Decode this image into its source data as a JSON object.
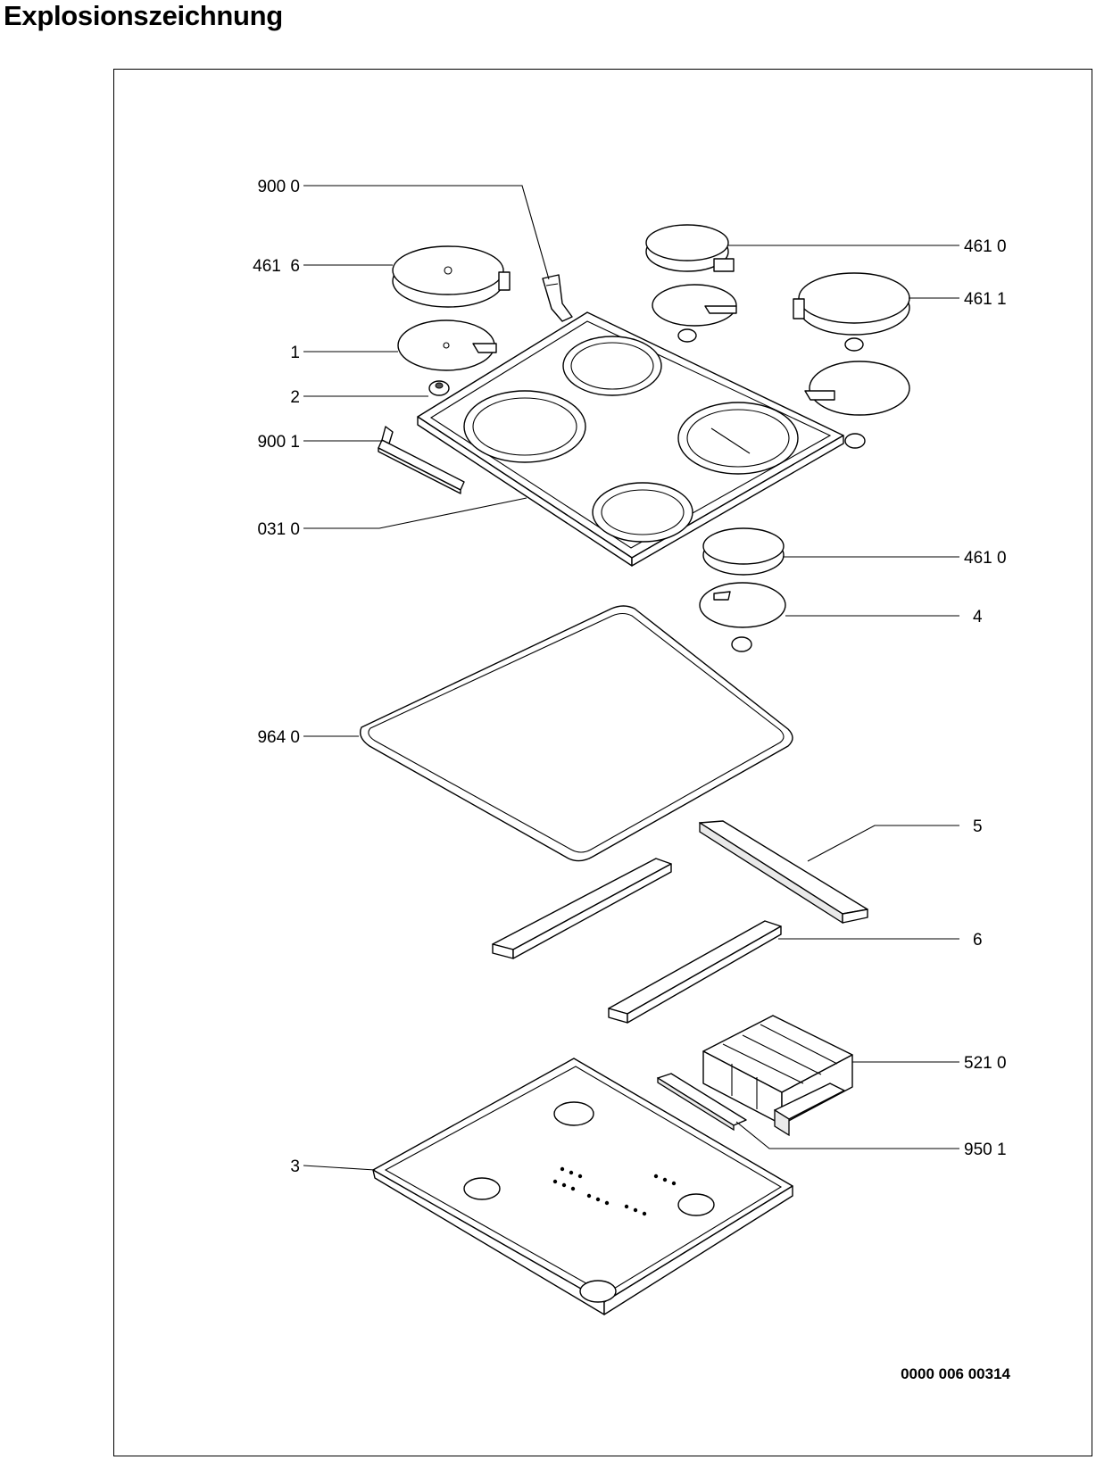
{
  "header": {
    "title": "Explosionszeichnung"
  },
  "diagram": {
    "callouts": [
      {
        "id": "9000",
        "text": "900 0"
      },
      {
        "id": "4616",
        "text": "461  6"
      },
      {
        "id": "1",
        "text": "1"
      },
      {
        "id": "2",
        "text": "2"
      },
      {
        "id": "9001",
        "text": "900 1"
      },
      {
        "id": "0310",
        "text": "031 0"
      },
      {
        "id": "9640",
        "text": "964 0"
      },
      {
        "id": "3",
        "text": "3"
      },
      {
        "id": "4610a",
        "text": "461 0"
      },
      {
        "id": "4611",
        "text": "461 1"
      },
      {
        "id": "4610b",
        "text": "461 0"
      },
      {
        "id": "4",
        "text": "4"
      },
      {
        "id": "5",
        "text": "5"
      },
      {
        "id": "6",
        "text": "6"
      },
      {
        "id": "5210",
        "text": "521 0"
      },
      {
        "id": "9501",
        "text": "950 1"
      }
    ],
    "document_number": "0000 006 00314"
  }
}
